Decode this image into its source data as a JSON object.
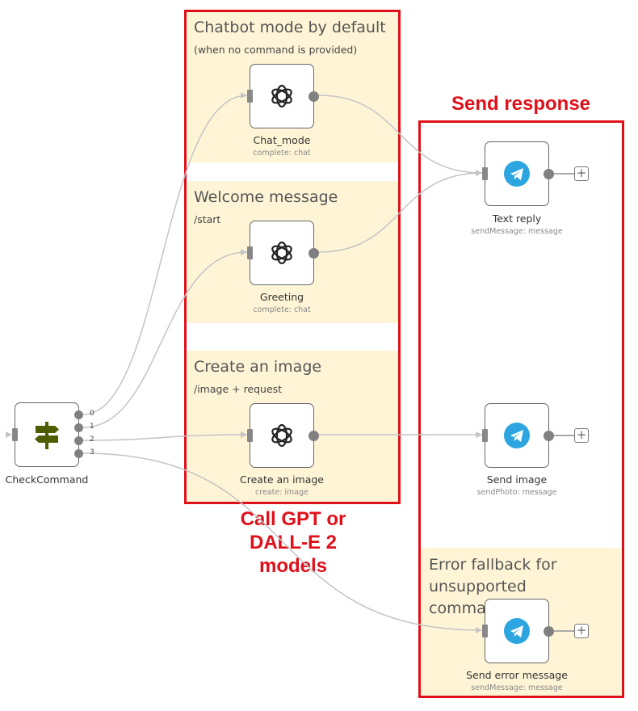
{
  "stickies": {
    "chatbot": {
      "title": "Chatbot mode by default",
      "subtitle": "(when no command is provided)"
    },
    "welcome": {
      "title": "Welcome message",
      "subtitle": "/start"
    },
    "image": {
      "title": "Create an image",
      "subtitle": "/image + request"
    },
    "error": {
      "title": "Error fallback for unsupported commands"
    }
  },
  "labels": {
    "send_response": "Send response",
    "call_gpt_line1": "Call GPT or",
    "call_gpt_line2": "DALL-E 2",
    "call_gpt_line3": "models"
  },
  "nodes": {
    "check_command": {
      "title": "CheckCommand",
      "icon": "signpost-icon",
      "outputs": [
        "0",
        "1",
        "2",
        "3"
      ]
    },
    "chat_mode": {
      "title": "Chat_mode",
      "subtitle": "complete: chat",
      "icon": "openai-icon"
    },
    "greeting": {
      "title": "Greeting",
      "subtitle": "complete: chat",
      "icon": "openai-icon"
    },
    "create_image": {
      "title": "Create an image",
      "subtitle": "create: image",
      "icon": "openai-icon"
    },
    "text_reply": {
      "title": "Text reply",
      "subtitle": "sendMessage: message",
      "icon": "telegram-icon"
    },
    "send_image": {
      "title": "Send image",
      "subtitle": "sendPhoto: message",
      "icon": "telegram-icon"
    },
    "send_error": {
      "title": "Send error message",
      "subtitle": "sendMessage: message",
      "icon": "telegram-icon"
    }
  },
  "colors": {
    "sticky_bg": "#fff5d6",
    "highlight_red": "#e0101a",
    "telegram_blue": "#2ca5e0",
    "switch_green": "#4d5e00"
  }
}
